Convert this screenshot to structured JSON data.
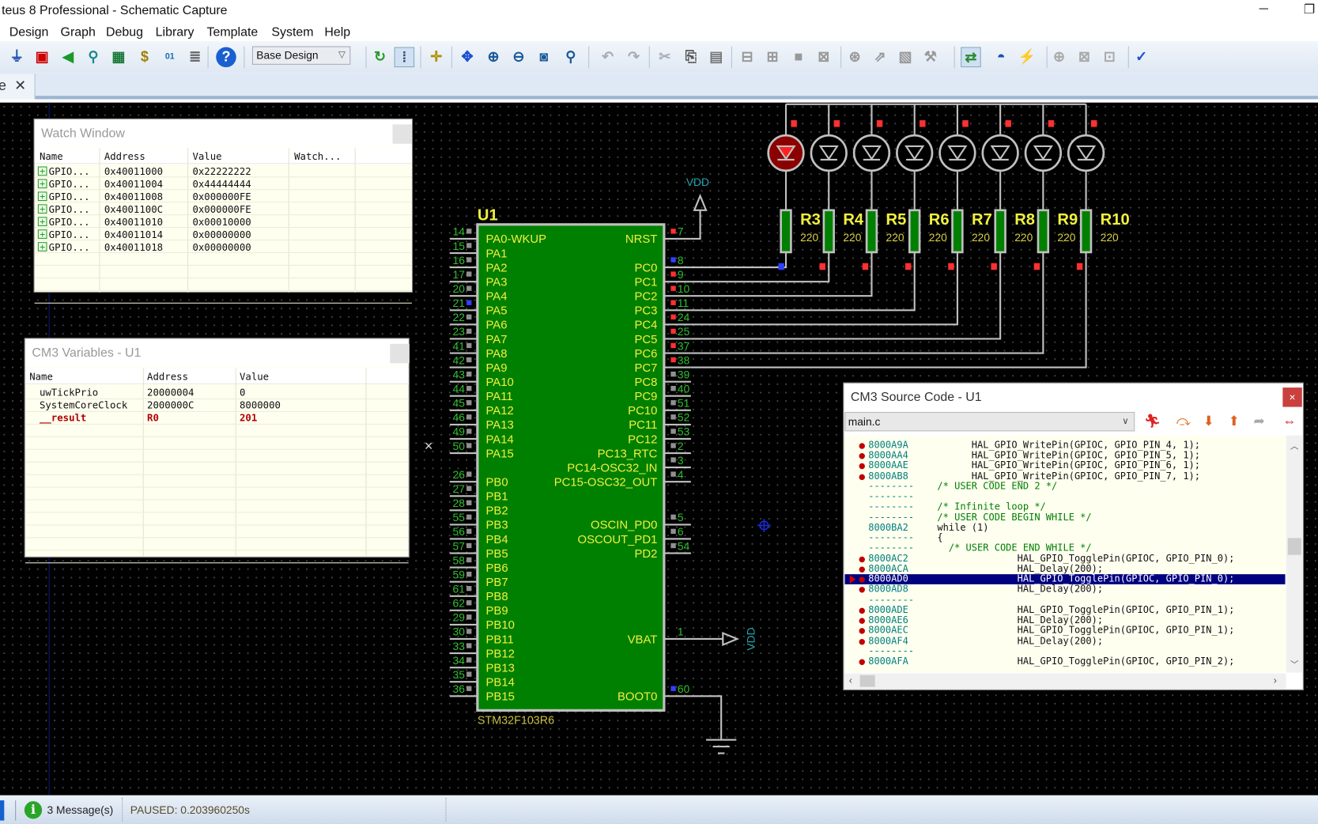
{
  "window": {
    "title": "teus 8 Professional - Schematic Capture",
    "minimize": "─",
    "restore": "❐"
  },
  "menu": [
    "Design",
    "Graph",
    "Debug",
    "Library",
    "Template",
    "System",
    "Help"
  ],
  "toolbar": {
    "icons": [
      "component-mode-icon",
      "package-icon",
      "terminal-icon",
      "probe-icon",
      "pcb-icon",
      "bill-of-materials-icon",
      "binary-icon",
      "netlist-icon",
      "help-icon",
      "refresh-icon",
      "grid-toggle-icon",
      "origin-icon",
      "pan-icon",
      "zoom-in-icon",
      "zoom-out-icon",
      "zoom-all-icon",
      "zoom-area-icon",
      "undo-icon",
      "redo-icon",
      "cut-icon",
      "copy-icon",
      "paste-icon",
      "block-copy-icon",
      "block-move-icon",
      "block-rotate-icon",
      "block-delete-icon",
      "pick-device-icon",
      "make-device-icon",
      "packaging-tool-icon",
      "decompose-icon",
      "wire-autorouter-icon",
      "search-tag-icon",
      "property-assign-icon",
      "new-sheet-icon",
      "delete-sheet-icon",
      "goto-sheet-icon",
      "electrical-rule-check-icon"
    ],
    "design_select": "Base Design"
  },
  "tab": {
    "label": "e",
    "close": "✕"
  },
  "watch_window": {
    "title": "Watch Window",
    "columns": [
      "Name",
      "Address",
      "Value",
      "Watch..."
    ],
    "rows": [
      [
        "GPIO...",
        "0x40011000",
        "0x22222222"
      ],
      [
        "GPIO...",
        "0x40011004",
        "0x44444444"
      ],
      [
        "GPIO...",
        "0x40011008",
        "0x000000FE"
      ],
      [
        "GPIO...",
        "0x4001100C",
        "0x000000FE"
      ],
      [
        "GPIO...",
        "0x40011010",
        "0x00010000"
      ],
      [
        "GPIO...",
        "0x40011014",
        "0x00000000"
      ],
      [
        "GPIO...",
        "0x40011018",
        "0x00000000"
      ]
    ]
  },
  "variables_window": {
    "title": "CM3 Variables - U1",
    "columns": [
      "Name",
      "Address",
      "Value"
    ],
    "rows": [
      {
        "cells": [
          "uwTickPrio",
          "20000004",
          "0"
        ],
        "changed": false
      },
      {
        "cells": [
          "SystemCoreClock",
          "2000000C",
          "8000000"
        ],
        "changed": false
      },
      {
        "cells": [
          "__result",
          "R0",
          "201"
        ],
        "changed": true
      }
    ]
  },
  "source_window": {
    "title": "CM3 Source Code - U1",
    "close": "×",
    "file": "main.c",
    "buttons": [
      "run-icon",
      "step-over-icon",
      "step-into-icon",
      "step-out-icon",
      "run-to-cursor-icon",
      "toggle-breakpoint-icon"
    ],
    "lines": [
      {
        "addr": "8000A9A",
        "bp": true,
        "code": "      HAL_GPIO_WritePin(GPIOC, GPIO_PIN_4, 1);"
      },
      {
        "addr": "8000AA4",
        "bp": true,
        "code": "      HAL_GPIO_WritePin(GPIOC, GPIO_PIN_5, 1);"
      },
      {
        "addr": "8000AAE",
        "bp": true,
        "code": "      HAL_GPIO_WritePin(GPIOC, GPIO_PIN_6, 1);"
      },
      {
        "addr": "8000AB8",
        "bp": true,
        "code": "      HAL_GPIO_WritePin(GPIOC, GPIO_PIN_7, 1);"
      },
      {
        "addr": "--------",
        "bp": false,
        "code": "/* USER CODE END 2 */"
      },
      {
        "addr": "--------",
        "bp": false,
        "code": ""
      },
      {
        "addr": "--------",
        "bp": false,
        "code": "/* Infinite loop */"
      },
      {
        "addr": "--------",
        "bp": false,
        "code": "/* USER CODE BEGIN WHILE */"
      },
      {
        "addr": "8000BA2",
        "bp": false,
        "code": "while (1)"
      },
      {
        "addr": "--------",
        "bp": false,
        "code": "{"
      },
      {
        "addr": "--------",
        "bp": false,
        "code": "  /* USER CODE END WHILE */"
      },
      {
        "addr": "8000AC2",
        "bp": true,
        "code": "              HAL_GPIO_TogglePin(GPIOC, GPIO_PIN_0);"
      },
      {
        "addr": "8000ACA",
        "bp": true,
        "code": "              HAL_Delay(200);"
      },
      {
        "addr": "8000AD0",
        "bp": true,
        "current": true,
        "code": "              HAL_GPIO_TogglePin(GPIOC, GPIO_PIN_0);"
      },
      {
        "addr": "8000AD8",
        "bp": true,
        "code": "              HAL_Delay(200);"
      },
      {
        "addr": "--------",
        "bp": false,
        "code": ""
      },
      {
        "addr": "8000ADE",
        "bp": true,
        "code": "              HAL_GPIO_TogglePin(GPIOC, GPIO_PIN_1);"
      },
      {
        "addr": "8000AE6",
        "bp": true,
        "code": "              HAL_Delay(200);"
      },
      {
        "addr": "8000AEC",
        "bp": true,
        "code": "              HAL_GPIO_TogglePin(GPIOC, GPIO_PIN_1);"
      },
      {
        "addr": "8000AF4",
        "bp": true,
        "code": "              HAL_Delay(200);"
      },
      {
        "addr": "--------",
        "bp": false,
        "code": ""
      },
      {
        "addr": "8000AFA",
        "bp": true,
        "code": "              HAL_GPIO_TogglePin(GPIOC, GPIO_PIN_2);"
      }
    ]
  },
  "schematic": {
    "colors": {
      "chip": "#008000",
      "wire": "#c0c0c0",
      "pin_text": "#f0f040",
      "pin_num": "#30c030",
      "power": "#20a8b0",
      "high": "#ff3030",
      "low": "#3040ff",
      "float": "#909090",
      "led_on": "#8b0000"
    },
    "chip": {
      "ref": "U1",
      "part": "STM32F103R6",
      "left_pins": [
        [
          "14",
          "PA0-WKUP",
          "float"
        ],
        [
          "15",
          "PA1",
          "float"
        ],
        [
          "16",
          "PA2",
          "float"
        ],
        [
          "17",
          "PA3",
          "float"
        ],
        [
          "20",
          "PA4",
          "float"
        ],
        [
          "21",
          "PA5",
          "low"
        ],
        [
          "22",
          "PA6",
          "float"
        ],
        [
          "23",
          "PA7",
          "float"
        ],
        [
          "41",
          "PA8",
          "float"
        ],
        [
          "42",
          "PA9",
          "float"
        ],
        [
          "43",
          "PA10",
          "float"
        ],
        [
          "44",
          "PA11",
          "float"
        ],
        [
          "45",
          "PA12",
          "float"
        ],
        [
          "46",
          "PA13",
          "float"
        ],
        [
          "49",
          "PA14",
          "float"
        ],
        [
          "50",
          "PA15",
          "float"
        ],
        null,
        [
          "26",
          "PB0",
          "float"
        ],
        [
          "27",
          "PB1",
          "float"
        ],
        [
          "28",
          "PB2",
          "float"
        ],
        [
          "55",
          "PB3",
          "float"
        ],
        [
          "56",
          "PB4",
          "float"
        ],
        [
          "57",
          "PB5",
          "float"
        ],
        [
          "58",
          "PB6",
          "float"
        ],
        [
          "59",
          "PB7",
          "float"
        ],
        [
          "61",
          "PB8",
          "float"
        ],
        [
          "62",
          "PB9",
          "float"
        ],
        [
          "29",
          "PB10",
          "float"
        ],
        [
          "30",
          "PB11",
          "float"
        ],
        [
          "33",
          "PB12",
          "float"
        ],
        [
          "34",
          "PB13",
          "float"
        ],
        [
          "35",
          "PB14",
          "float"
        ],
        [
          "36",
          "PB15",
          "float"
        ]
      ],
      "right_pins": [
        [
          "7",
          "NRST",
          "high"
        ],
        null,
        [
          "8",
          "PC0",
          "low"
        ],
        [
          "9",
          "PC1",
          "high"
        ],
        [
          "10",
          "PC2",
          "high"
        ],
        [
          "11",
          "PC3",
          "high"
        ],
        [
          "24",
          "PC4",
          "high"
        ],
        [
          "25",
          "PC5",
          "high"
        ],
        [
          "37",
          "PC6",
          "high"
        ],
        [
          "38",
          "PC7",
          "high"
        ],
        [
          "39",
          "PC8",
          "float"
        ],
        [
          "40",
          "PC9",
          "float"
        ],
        [
          "51",
          "PC10",
          "float"
        ],
        [
          "52",
          "PC11",
          "float"
        ],
        [
          "53",
          "PC12",
          "float"
        ],
        [
          "2",
          "PC13_RTC",
          "float"
        ],
        [
          "3",
          "PC14-OSC32_IN",
          "float"
        ],
        [
          "4",
          "PC15-OSC32_OUT",
          "float"
        ],
        null,
        null,
        [
          "5",
          "OSCIN_PD0",
          "float"
        ],
        [
          "6",
          "OSCOUT_PD1",
          "float"
        ],
        [
          "54",
          "PD2",
          "float"
        ],
        null,
        null,
        null,
        null,
        null,
        [
          "1",
          "VBAT",
          ""
        ],
        null,
        null,
        null,
        [
          "60",
          "BOOT0",
          "low"
        ]
      ]
    },
    "leds": [
      {
        "lit": true
      },
      {
        "lit": false
      },
      {
        "lit": false
      },
      {
        "lit": false
      },
      {
        "lit": false
      },
      {
        "lit": false
      },
      {
        "lit": false
      },
      {
        "lit": false
      }
    ],
    "resistors": [
      {
        "ref": "R3",
        "value": "220"
      },
      {
        "ref": "R4",
        "value": "220"
      },
      {
        "ref": "R5",
        "value": "220"
      },
      {
        "ref": "R6",
        "value": "220"
      },
      {
        "ref": "R7",
        "value": "220"
      },
      {
        "ref": "R8",
        "value": "220"
      },
      {
        "ref": "R9",
        "value": "220"
      },
      {
        "ref": "R10",
        "value": "220"
      }
    ],
    "power": {
      "nrst_label": "VDD",
      "vbat_label": "VDD"
    },
    "stray_mark": "×"
  },
  "status": {
    "messages": "3 Message(s)",
    "sim": "PAUSED: 0.203960250s"
  }
}
